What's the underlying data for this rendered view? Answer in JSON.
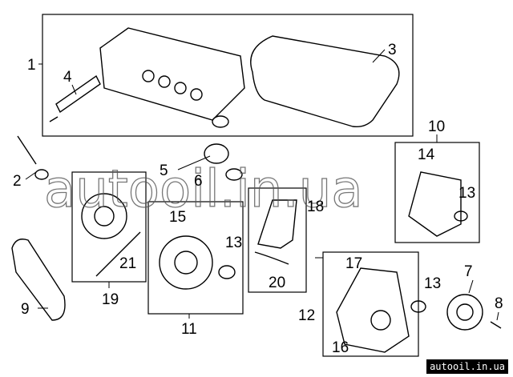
{
  "diagram": {
    "callouts": [
      "1",
      "2",
      "3",
      "4",
      "5",
      "6",
      "7",
      "8",
      "9",
      "10",
      "11",
      "12",
      "13",
      "13",
      "13",
      "14",
      "15",
      "16",
      "17",
      "18",
      "19",
      "20",
      "21"
    ],
    "watermark": "autooil.in.ua",
    "site_badge": "autooil.in.ua"
  }
}
